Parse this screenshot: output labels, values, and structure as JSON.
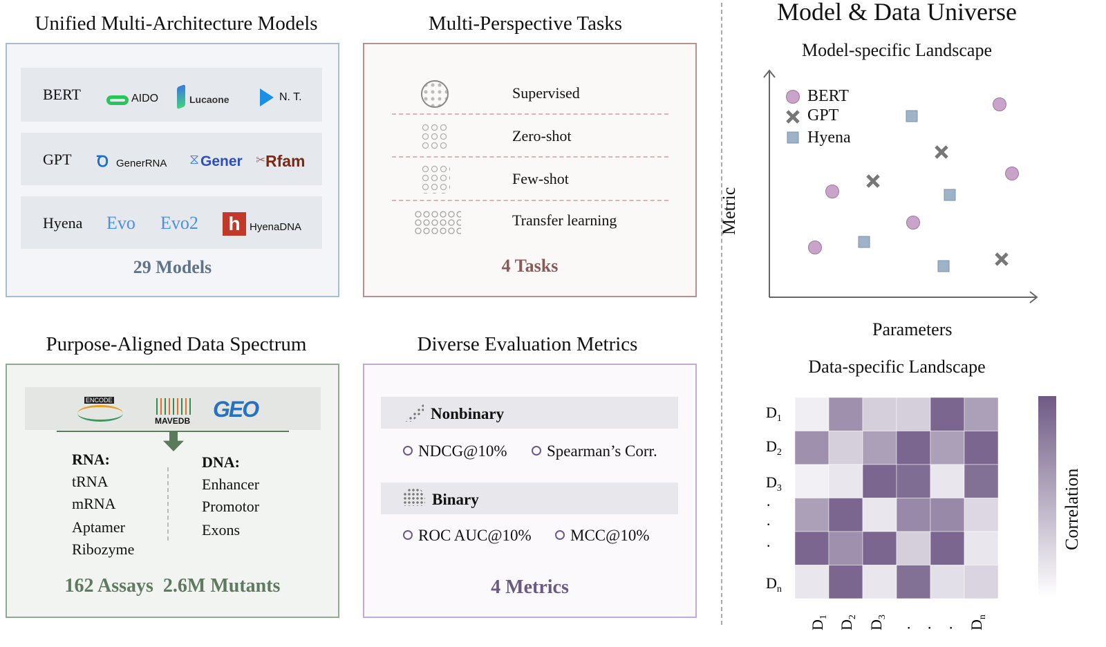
{
  "models": {
    "title": "Unified Multi-Architecture Models",
    "rows": [
      {
        "arch": "BERT",
        "logos": [
          "AIDO",
          "Lucaone",
          "N. T."
        ]
      },
      {
        "arch": "GPT",
        "logos": [
          "GenerRNA",
          "Gener",
          "Rfam"
        ]
      },
      {
        "arch": "Hyena",
        "logos": [
          "Evo",
          "Evo2",
          "HyenaDNA"
        ]
      }
    ],
    "count": "29 Models"
  },
  "tasks": {
    "title": "Multi-Perspective Tasks",
    "items": [
      "Supervised",
      "Zero-shot",
      "Few-shot",
      "Transfer learning"
    ],
    "count": "4 Tasks"
  },
  "data_spectrum": {
    "title": "Purpose-Aligned Data Spectrum",
    "sources": [
      "ENCODE",
      "MAVEDB",
      "GEO"
    ],
    "rna_heading": "RNA:",
    "rna": [
      "tRNA",
      "mRNA",
      "Aptamer",
      "Ribozyme"
    ],
    "dna_heading": "DNA:",
    "dna": [
      "Enhancer",
      "Promotor",
      "Exons"
    ],
    "count": "162 Assays  2.6M Mutants"
  },
  "metrics": {
    "title": "Diverse Evaluation Metrics",
    "groups": [
      {
        "name": "Nonbinary",
        "items": [
          "NDCG@10%",
          "Spearman’s Corr."
        ]
      },
      {
        "name": "Binary",
        "items": [
          "ROC AUC@10%",
          "MCC@10%"
        ]
      }
    ],
    "count": "4 Metrics"
  },
  "universe": {
    "title": "Model & Data Universe",
    "model_landscape": {
      "title": "Model-specific Landscape",
      "ylabel": "Metric",
      "xlabel": "Parameters",
      "legend": [
        "BERT",
        "GPT",
        "Hyena"
      ]
    },
    "data_landscape": {
      "title": "Data-specific Landscape",
      "row_labels": [
        "D1",
        "D2",
        "D3",
        "·",
        "·",
        "·",
        "Dn"
      ],
      "colorbar_label": "Correlation"
    }
  },
  "colors": {
    "bert": "#c9a3c9",
    "gpt": "#777777",
    "hyena": "#9fb3c8",
    "heat": "#6f5a85"
  },
  "chart_data": {
    "type": "heatmap",
    "title": "Data-specific Landscape",
    "rows": [
      "D1",
      "D2",
      "D3",
      "·",
      "·",
      "Dn"
    ],
    "cols": [
      "D1",
      "D2",
      "D3",
      "·",
      "·",
      "Dn"
    ],
    "values": [
      [
        0.05,
        0.65,
        0.25,
        0.25,
        0.92,
        0.55
      ],
      [
        0.65,
        0.25,
        0.55,
        0.92,
        0.55,
        0.92
      ],
      [
        0.04,
        0.1,
        0.92,
        0.88,
        0.1,
        0.86
      ],
      [
        0.55,
        0.92,
        0.1,
        0.7,
        0.7,
        0.2
      ],
      [
        0.92,
        0.65,
        0.92,
        0.25,
        0.92,
        0.1
      ],
      [
        0.1,
        0.92,
        0.1,
        0.86,
        0.15,
        0.22
      ]
    ],
    "colorbar_label": "Correlation",
    "range": [
      0,
      1
    ]
  }
}
